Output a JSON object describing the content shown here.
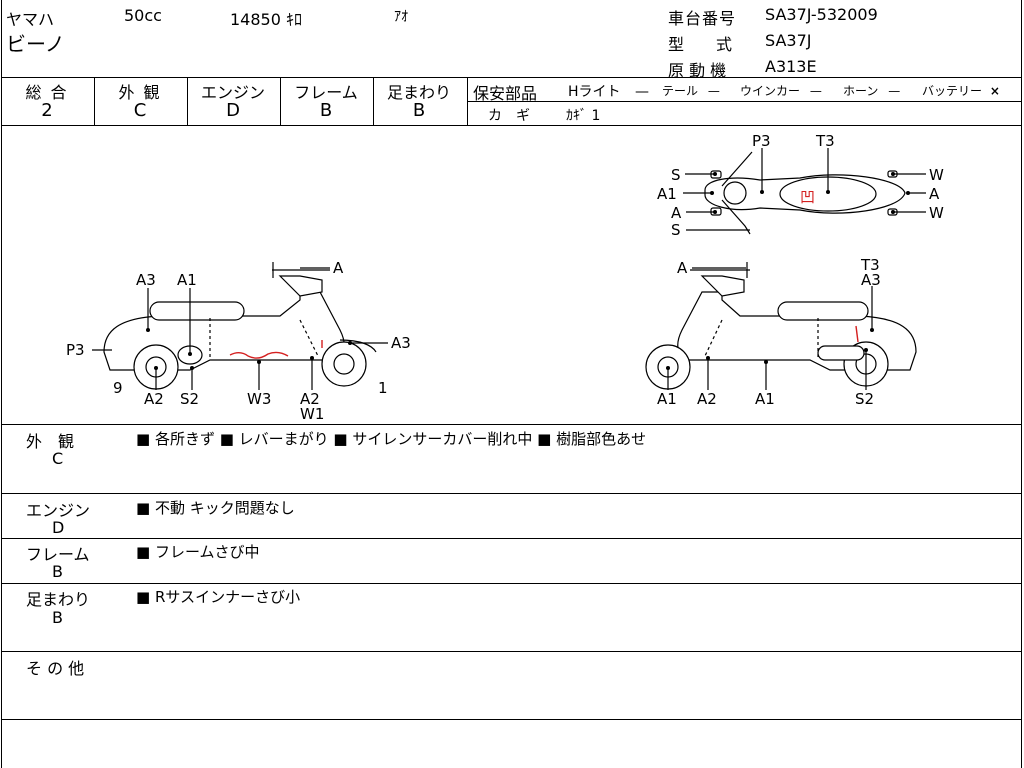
{
  "header": {
    "maker": "ヤマハ",
    "displacement": "50cc",
    "mileage": "14850 ｷﾛ",
    "color": "ｱｵ",
    "model_name": "ビーノ",
    "frame_no_label": "車台番号",
    "frame_no": "SA37J-532009",
    "type_label": "型　　式",
    "type": "SA37J",
    "engine_label": "原 動 機",
    "engine": "A313E"
  },
  "grades": [
    {
      "label": "総 合",
      "value": "2"
    },
    {
      "label": "外 観",
      "value": "C"
    },
    {
      "label": "エンジン",
      "value": "D"
    },
    {
      "label": "フレーム",
      "value": "B"
    },
    {
      "label": "足まわり",
      "value": "B"
    }
  ],
  "parts": {
    "title": "保安部品",
    "items": [
      {
        "name": "Hライト",
        "status": "—"
      },
      {
        "name": "テール",
        "status": "—"
      },
      {
        "name": "ウインカー",
        "status": "—"
      },
      {
        "name": "ホーン",
        "status": "—"
      },
      {
        "name": "バッテリー",
        "status": "×"
      }
    ],
    "key_label": "カ　ギ",
    "key_value": "ｶｷﾞ 1"
  },
  "diagram": {
    "left_labels": [
      "A3",
      "A1",
      "A",
      "P3",
      "A3",
      "9",
      "A2",
      "S2",
      "W3",
      "A2",
      "W1",
      "1"
    ],
    "right_labels": [
      "A",
      "T3",
      "A3",
      "A1",
      "A2",
      "A1",
      "S2"
    ],
    "top_labels": [
      "P3",
      "T3",
      "S",
      "W",
      "A1",
      "A",
      "A",
      "W",
      "S"
    ],
    "handwritten": "凹"
  },
  "notes": [
    {
      "label": "外　観",
      "grade": "C",
      "text": "■ 各所きず ■ レバーまがり ■ サイレンサーカバー削れ中 ■ 樹脂部色あせ"
    },
    {
      "label": "エンジン",
      "grade": "D",
      "text": "■ 不動 キック問題なし"
    },
    {
      "label": "フレーム",
      "grade": "B",
      "text": "■ フレームさび中"
    },
    {
      "label": "足まわり",
      "grade": "B",
      "text": "■ Rサスインナーさび小"
    },
    {
      "label": "そ の 他",
      "grade": "",
      "text": ""
    }
  ],
  "colors": {
    "line": "#000000",
    "mark_red": "#d42020",
    "body": "#ffffff"
  }
}
